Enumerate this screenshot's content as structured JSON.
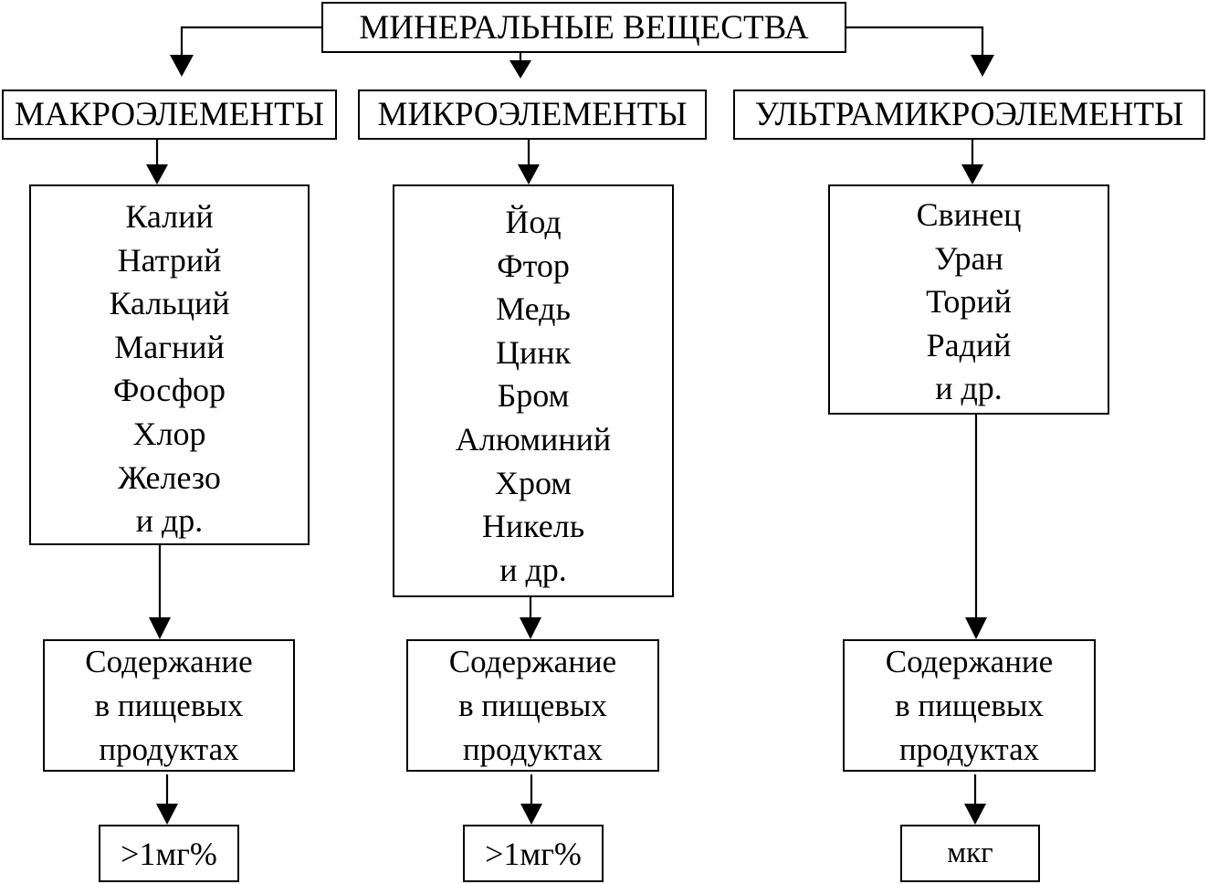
{
  "root": {
    "label": "МИНЕРАЛЬНЫЕ ВЕЩЕСТВА"
  },
  "columns": [
    {
      "id": "macro",
      "header": "МАКРОЭЛЕМЕНТЫ",
      "elements": [
        "Калий",
        "Натрий",
        "Кальций",
        "Магний",
        "Фосфор",
        "Хлор",
        "Железо",
        "и др."
      ],
      "content": [
        "Содержание",
        "в пищевых",
        "продуктах"
      ],
      "value": ">1мг%"
    },
    {
      "id": "micro",
      "header": "МИКРОЭЛЕМЕНТЫ",
      "elements": [
        "Йод",
        "Фтор",
        "Медь",
        "Цинк",
        "Бром",
        "Алюминий",
        "Хром",
        "Никель",
        "и др."
      ],
      "content": [
        "Содержание",
        "в пищевых",
        "продуктах"
      ],
      "value": ">1мг%"
    },
    {
      "id": "ultramicro",
      "header": "УЛЬТРАМИКРОЭЛЕМЕНТЫ",
      "elements": [
        "Свинец",
        "Уран",
        "Торий",
        "Радий",
        "и др."
      ],
      "content": [
        "Содержание",
        "в пищевых",
        "продуктах"
      ],
      "value": "мкг"
    }
  ]
}
